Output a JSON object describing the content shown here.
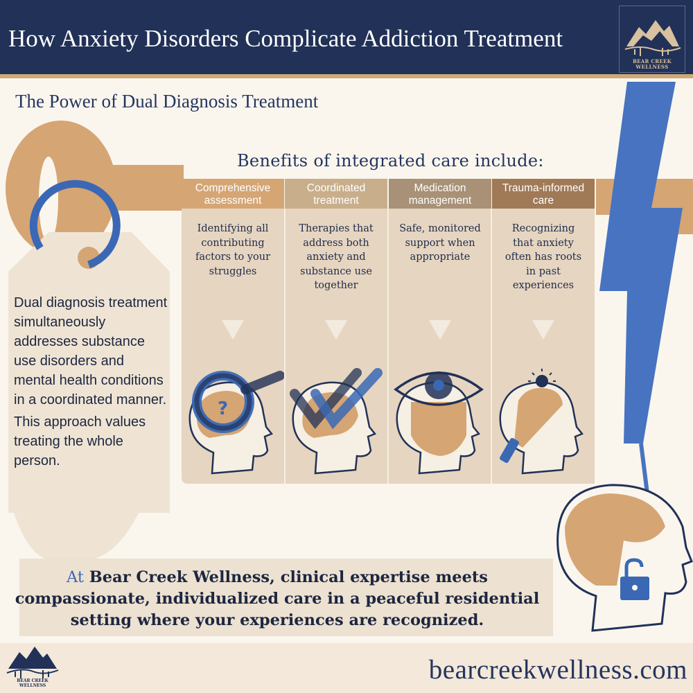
{
  "header": {
    "title": "How Anxiety Disorders Complicate Addiction Treatment",
    "logo_text_line1": "BEAR CREEK",
    "logo_text_line2": "WELLNESS"
  },
  "section_title": "The Power of Dual Diagnosis Treatment",
  "benefits": {
    "heading": "Benefits of integrated care include:",
    "columns": [
      {
        "title_line1": "Comprehensive",
        "title_line2": "assessment",
        "body_lines": [
          "Identifying all",
          "contributing",
          "factors to your",
          "struggles"
        ],
        "icon": "magnifier-head-icon",
        "header_color": "#d5a574"
      },
      {
        "title_line1": "Coordinated",
        "title_line2": "treatment",
        "body_lines": [
          "Therapies that",
          "address both",
          "anxiety and",
          "substance use",
          "together"
        ],
        "icon": "checkmark-head-icon",
        "header_color": "#c4aa87"
      },
      {
        "title_line1": "Medication",
        "title_line2": "management",
        "body_lines": [
          "Safe, monitored",
          "support when",
          "appropriate"
        ],
        "icon": "eye-head-icon",
        "header_color": "#a89176"
      },
      {
        "title_line1": "Trauma-informed",
        "title_line2": "care",
        "body_lines": [
          "Recognizing",
          "that anxiety",
          "often has roots",
          "in past",
          "experiences"
        ],
        "icon": "flashlight-head-icon",
        "header_color": "#a07a57"
      }
    ]
  },
  "left_text": {
    "paragraph1": "Dual diagnosis treatment simultaneously addresses substance use disorders and mental health conditions in a coordinated manner.",
    "paragraph2": "This approach values treating the whole person."
  },
  "bottom": {
    "accent": "At",
    "text": "Bear Creek Wellness, clinical expertise meets compassionate, individualized care in a peaceful residential setting where your experiences are recognized."
  },
  "footer": {
    "url": "bearcreekwellness.com"
  },
  "colors": {
    "navy": "#213157",
    "tan": "#d5a574",
    "blue": "#3a68b5",
    "cream": "#faf6ee"
  }
}
